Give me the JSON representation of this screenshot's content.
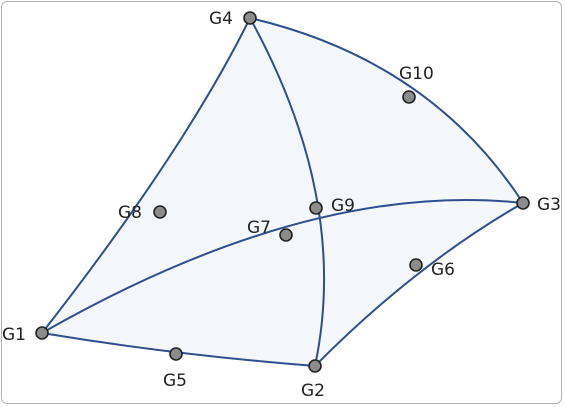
{
  "colors": {
    "edge": "#2f4f8f",
    "fill": "#f4f7fb",
    "node_fill": "#8c8c8c",
    "node_stroke": "#222222",
    "label": "#222222",
    "frame_border": "#b3b3b3"
  },
  "nodes": {
    "G1": "G1",
    "G2": "G2",
    "G3": "G3",
    "G4": "G4",
    "G5": "G5",
    "G6": "G6",
    "G7": "G7",
    "G8": "G8",
    "G9": "G9",
    "G10": "G10"
  },
  "edges": [
    {
      "from": "G1",
      "via": "G5",
      "to": "G2"
    },
    {
      "from": "G2",
      "via": "G6",
      "to": "G3"
    },
    {
      "from": "G3",
      "via": "G10",
      "to": "G4"
    },
    {
      "from": "G4",
      "via": "G8",
      "to": "G1"
    },
    {
      "from": "G1",
      "via": "G7",
      "to": "G3"
    },
    {
      "from": "G4",
      "via": "G9",
      "to": "G2"
    }
  ]
}
